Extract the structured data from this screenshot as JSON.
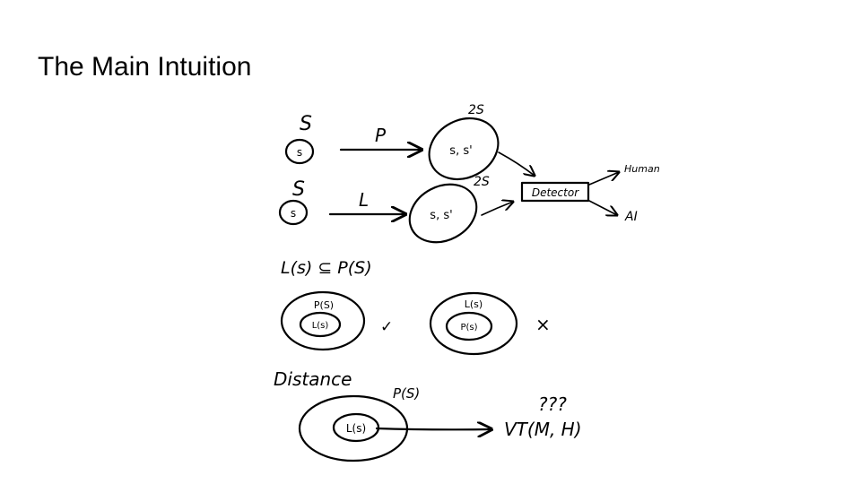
{
  "slide": {
    "title": "The Main Intuition"
  },
  "diagram": {
    "row1": {
      "set_label": "S",
      "node_label": "s",
      "arrow_label": "P",
      "sample_label": "s, s'",
      "power_label": "2S"
    },
    "row2": {
      "set_label": "S",
      "node_label": "s",
      "arrow_label": "L",
      "sample_label": "s, s'",
      "power_label": "2S"
    },
    "detector": {
      "label": "Detector",
      "output_human": "Human",
      "output_ai": "AI"
    },
    "subset": {
      "statement": "L(s) ⊆ P(S)",
      "valid": {
        "outer_label": "P(S)",
        "inner_label": "L(s)",
        "mark": "✓"
      },
      "invalid": {
        "outer_label": "L(s)",
        "inner_label": "P(s)",
        "mark": "×"
      }
    },
    "distance": {
      "heading": "Distance",
      "outer_label": "P(S)",
      "inner_label": "L(s)",
      "question": "???",
      "result": "VT(M, H)"
    }
  }
}
